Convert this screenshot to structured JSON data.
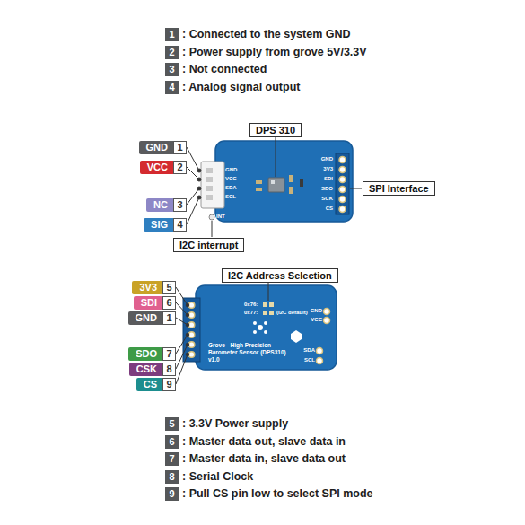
{
  "diagram": {
    "nodes": [
      {
        "text": [
          "1"
        ]
      },
      {
        "text": [
          "2"
        ]
      },
      {
        "text": [
          "3"
        ]
      },
      {
        "text": [
          "4"
        ]
      },
      {
        "text": [
          "DPS 310"
        ]
      },
      {
        "text": [
          "GND"
        ]
      },
      {
        "text": [
          "1"
        ]
      },
      {
        "text": [
          "VCC"
        ]
      },
      {
        "text": [
          "2"
        ]
      },
      {
        "text": [
          "SPI Interface"
        ]
      },
      {
        "text": [
          "NC"
        ]
      },
      {
        "text": [
          "3"
        ]
      },
      {
        "text": [
          "SIG"
        ]
      },
      {
        "text": [
          "4"
        ]
      },
      {
        "text": [
          "I2C interrupt"
        ]
      },
      {
        "text": [
          "I2C Address Selection"
        ]
      },
      {
        "text": [
          "3V3"
        ]
      },
      {
        "text": [
          "5"
        ]
      },
      {
        "text": [
          "SDI"
        ]
      },
      {
        "text": [
          "6"
        ]
      },
      {
        "text": [
          "GND"
        ]
      },
      {
        "text": [
          "1"
        ]
      },
      {
        "text": [
          "SDO"
        ]
      },
      {
        "text": [
          "7"
        ]
      },
      {
        "text": [
          "CSK"
        ]
      },
      {
        "text": [
          "8"
        ]
      },
      {
        "text": [
          "CS"
        ]
      },
      {
        "text": [
          "9"
        ]
      },
      {
        "text": [
          "5"
        ]
      },
      {
        "text": [
          "6"
        ]
      },
      {
        "text": [
          "7"
        ]
      },
      {
        "text": [
          "8"
        ]
      },
      {
        "text": [
          "9"
        ]
      }
    ],
    "labels": [
      ": Connected to the system GND",
      ": Power supply from grove 5V/3.3V",
      ": Not connected",
      ": Analog signal output",
      "GND",
      "VCC",
      "SDA",
      "SCL",
      "INT",
      "GND",
      "3V3",
      "SDI",
      "SDO",
      "SCK",
      "CS",
      "0x76:",
      "0x77:",
      "(I2C default)",
      "GND",
      "VCC",
      "SDA",
      "SCL",
      "Grove - High Precision Barometer Sensor (DPS310)",
      "v1.0",
      ": 3.3V Power supply",
      ": Master data out, slave data in",
      ": Master data in, slave data out",
      ": Serial Clock",
      ": Pull CS pin low to select SPI mode"
    ]
  }
}
